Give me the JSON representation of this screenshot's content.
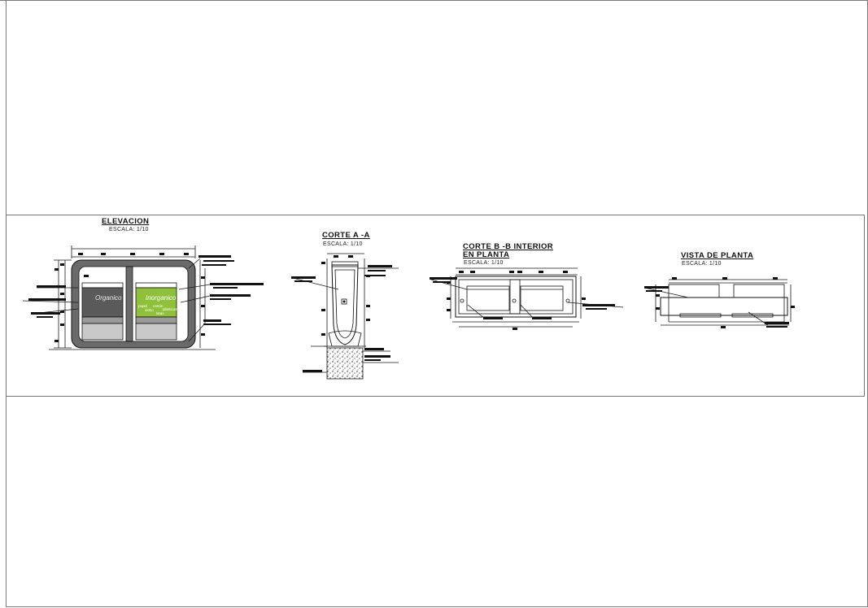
{
  "sheet": {
    "background": "#ffffff",
    "line_color": "#1a1a1a",
    "label_color": "#111111"
  },
  "views": [
    {
      "id": "elevacion",
      "title": "ELEVACION",
      "scale": "ESCALA: 1/10"
    },
    {
      "id": "corte-aa",
      "title": "CORTE  A -A",
      "scale": "ESCALA: 1/10"
    },
    {
      "id": "corte-bb",
      "title": "CORTE B -B INTERIOR",
      "title2": "EN PLANTA",
      "scale": "ESCALA: 1/10"
    },
    {
      "id": "vista-planta",
      "title": "VISTA DE PLANTA",
      "scale": "ESCALA: 1/10"
    }
  ],
  "bins": {
    "left": {
      "label": "Organico",
      "color": "#5a5a5a"
    },
    "right": {
      "label": "Inorganico",
      "sub": [
        "papel",
        "cartón",
        "plásticos",
        "vidrio",
        "latas"
      ],
      "color": "#8fc03a"
    }
  }
}
